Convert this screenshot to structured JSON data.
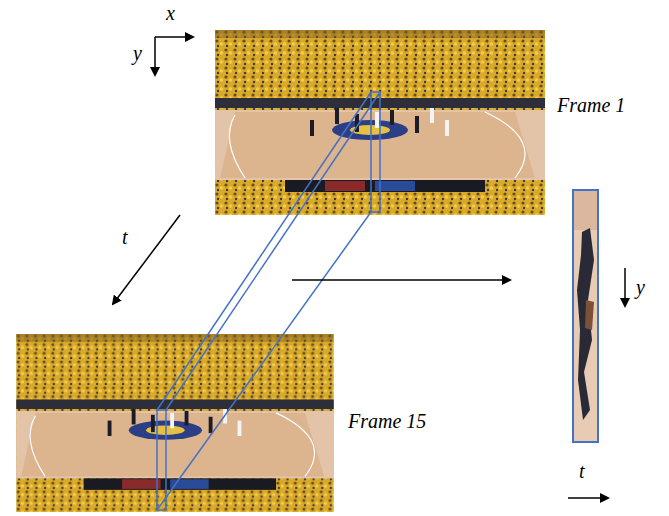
{
  "diagram": {
    "labels": [
      "x",
      "y",
      "t",
      "Frame 1",
      "Frame 15",
      "y",
      "t"
    ]
  }
}
